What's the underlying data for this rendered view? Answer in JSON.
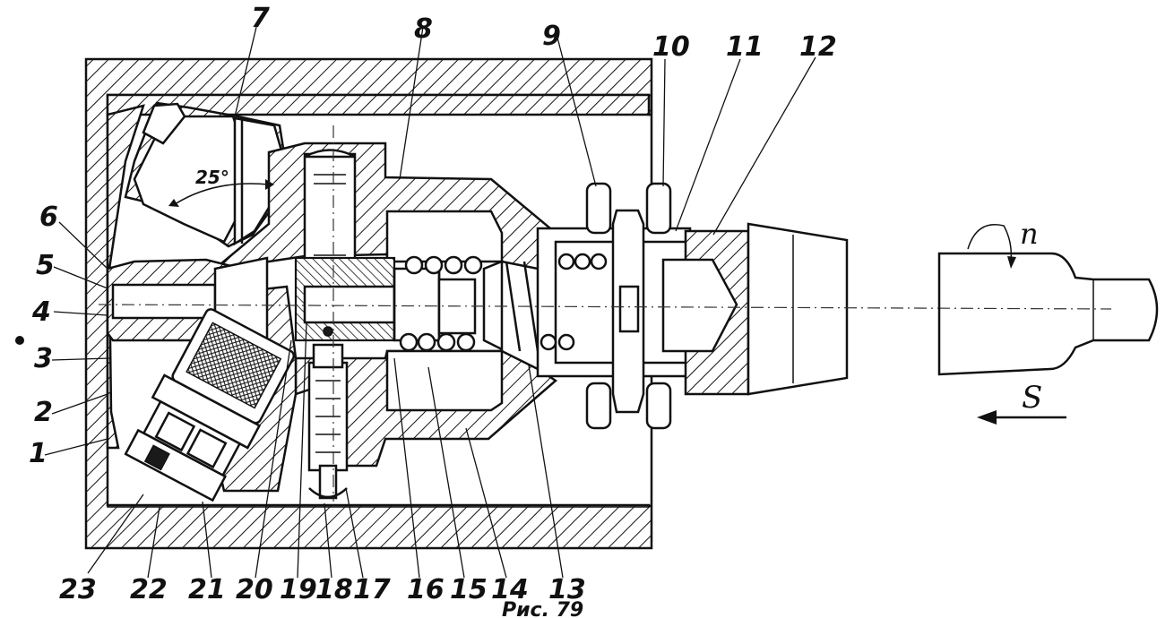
{
  "callouts": {
    "top": [
      "7",
      "8",
      "9",
      "10",
      "11",
      "12"
    ],
    "left": [
      "6",
      "5",
      "4",
      "3",
      "2",
      "1"
    ],
    "bottom": [
      "23",
      "22",
      "21",
      "20",
      "19",
      "18",
      "17",
      "16",
      "15",
      "14",
      "13"
    ]
  },
  "angle_label": "25°",
  "rotation_label": "n",
  "feed_label": "S",
  "caption": "Рис. 79"
}
